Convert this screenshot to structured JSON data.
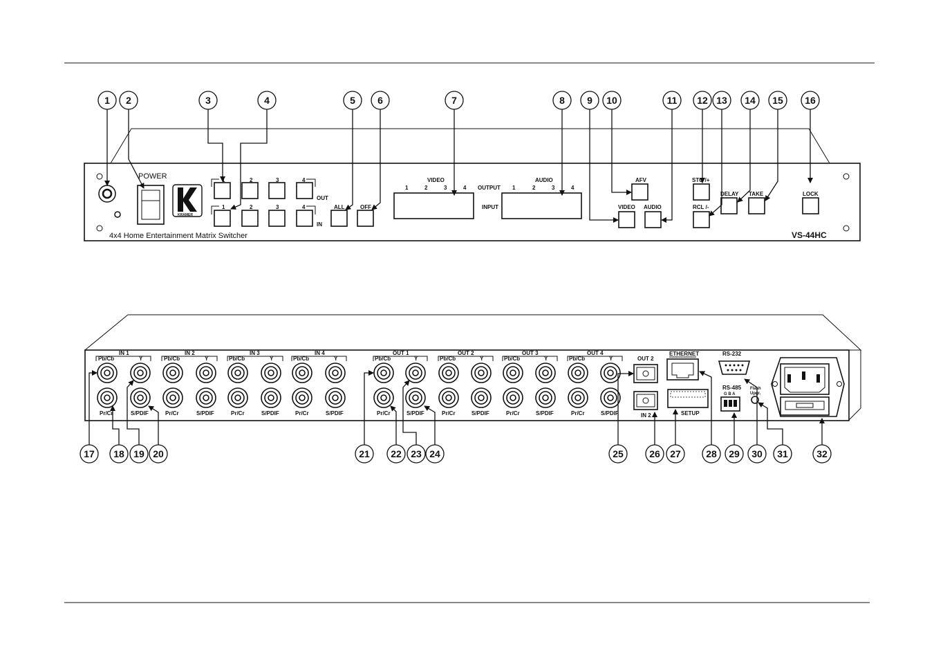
{
  "front_panel": {
    "power_label": "POWER",
    "brand_label": "KRAMER",
    "out_label": "OUT",
    "in_label": "IN",
    "out_buttons": [
      "1",
      "2",
      "3",
      "4"
    ],
    "in_buttons": [
      "1",
      "2",
      "3",
      "4"
    ],
    "all_label": "ALL",
    "off_label": "OFF",
    "video_display_label": "VIDEO",
    "audio_display_label": "AUDIO",
    "display_numbers": [
      "1",
      "2",
      "3",
      "4"
    ],
    "output_label": "OUTPUT",
    "input_label": "INPUT",
    "afv_label": "AFV",
    "video_btn_label": "VIDEO",
    "audio_btn_label": "AUDIO",
    "sto_label": "STO /+",
    "rcl_label": "RCL /-",
    "delay_label": "DELAY",
    "take_label": "TAKE",
    "lock_label": "LOCK",
    "product_name": "4x4 Home Entertainment Matrix Switcher",
    "model": "VS-44HC"
  },
  "rear_panel": {
    "input_groups": [
      "IN 1",
      "IN 2",
      "IN 3",
      "IN 4"
    ],
    "output_groups": [
      "OUT 1",
      "OUT 2",
      "OUT 3",
      "OUT 4"
    ],
    "top_row_labels": [
      "Pb/Cb",
      "Y"
    ],
    "bottom_row_labels": [
      "Pr/Cr",
      "S/PDIF"
    ],
    "out2_label": "OUT 2",
    "in2_label": "IN 2",
    "ethernet_label": "ETHERNET",
    "setup_label": "SETUP",
    "rs232_label": "RS-232",
    "rs485_label": "RS-485",
    "rs485_pins": "G  B  A",
    "flash_label_1": "Flash",
    "flash_label_2": "Upgr."
  },
  "callouts": {
    "front": [
      "1",
      "2",
      "3",
      "4",
      "5",
      "6",
      "7",
      "8",
      "9",
      "10",
      "11",
      "12",
      "13",
      "14",
      "15",
      "16"
    ],
    "rear": [
      "17",
      "18",
      "19",
      "20",
      "21",
      "22",
      "23",
      "24",
      "25",
      "26",
      "27",
      "28",
      "29",
      "30",
      "31",
      "32"
    ]
  }
}
